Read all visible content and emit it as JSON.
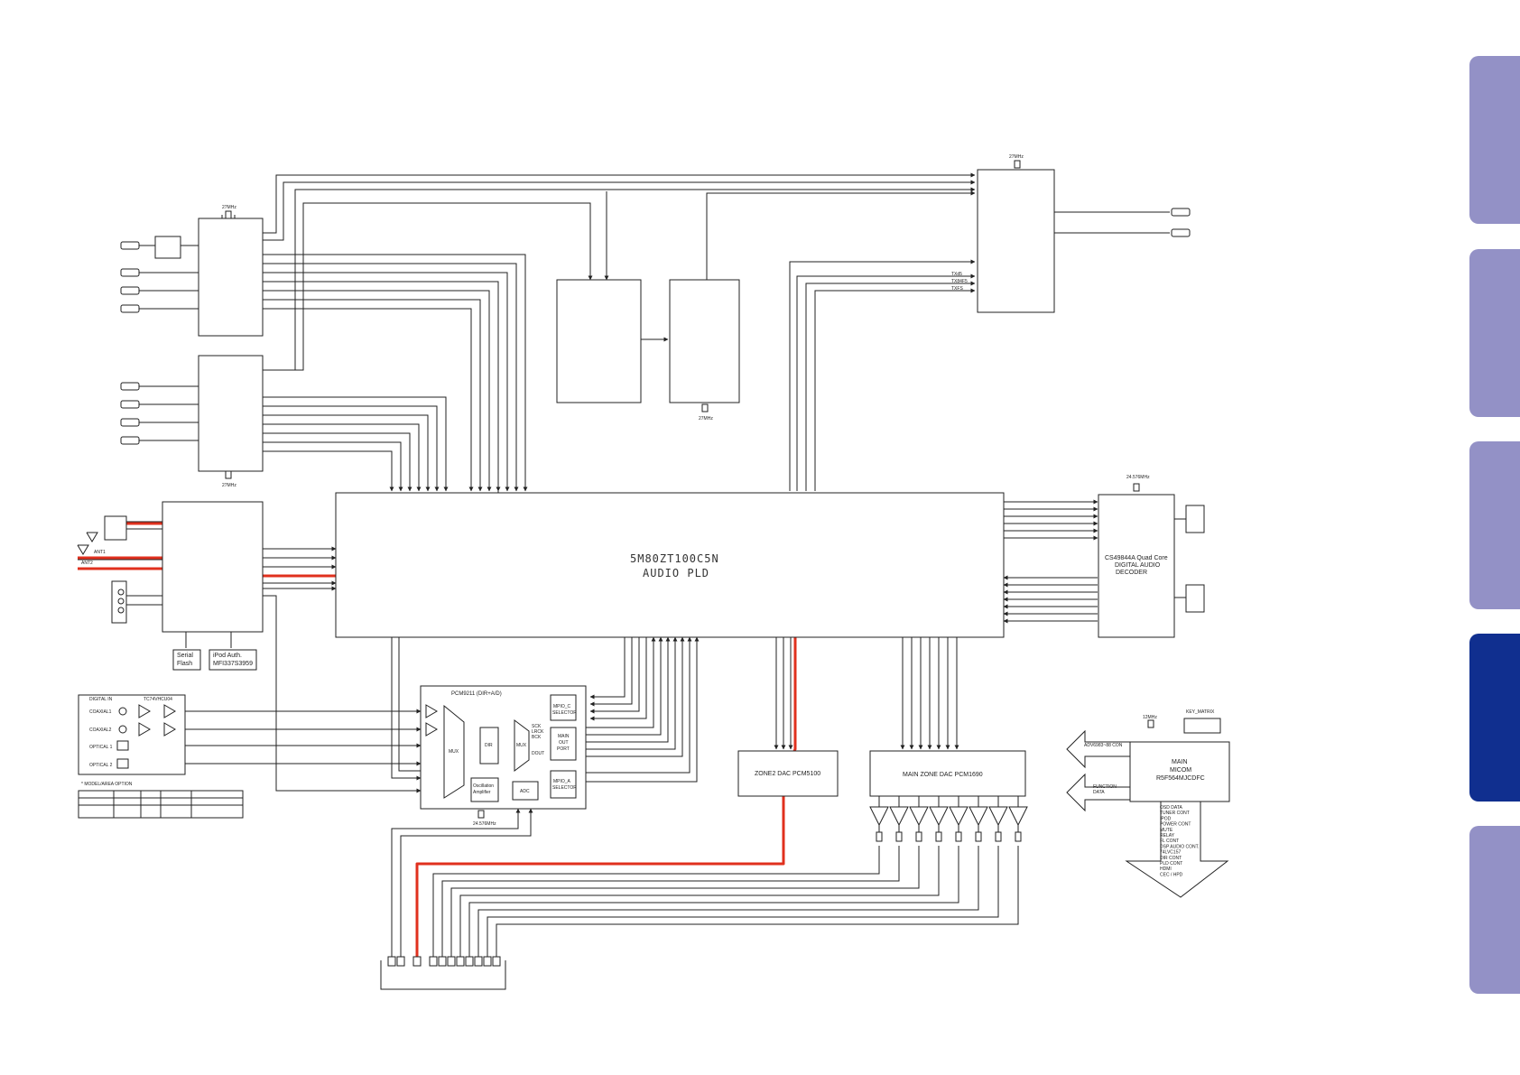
{
  "colors": {
    "tab_inactive": "#9391c6",
    "tab_active": "#102f8f",
    "signal_path": "#e0301e",
    "line": "#222222"
  },
  "side_tabs": [
    {
      "active": false
    },
    {
      "active": false
    },
    {
      "active": false
    },
    {
      "active": true
    },
    {
      "active": false
    }
  ],
  "crystals": {
    "hdmi_top": "27MHz",
    "hdmi_bottom": "27MHz",
    "video": "27MHz",
    "hdmi_out": "27MHz",
    "dsp": "24.576MHz",
    "adc": "24.576MHz",
    "micom": "12MHz"
  },
  "pld": {
    "line1": "5M80ZT100C5N",
    "line2": "AUDIO PLD"
  },
  "dsp": {
    "line1": "CS49844A Quad Core",
    "line2": "DIGITAL AUDIO",
    "line3": "DECODER"
  },
  "tx_labels": [
    "TXd5",
    "TX84F5",
    "TXFS"
  ],
  "antennas": {
    "ant1": "ANT1",
    "ant2": "ANT2"
  },
  "ipod_chips": {
    "flash": [
      "Serial",
      "Flash"
    ],
    "auth": [
      "iPod Auth.",
      "MFI337S3959"
    ]
  },
  "digital_in": {
    "title": "DIGITAL IN",
    "chip": "TC74VHCU04",
    "inputs": [
      "COAXIAL1",
      "COAXIAL2",
      "OPTICAL 1",
      "OPTICAL 2"
    ],
    "option_note": "* MODEL/AREA OPTION"
  },
  "pcm9211": {
    "title": "PCM9211 (DIR+A/D)",
    "mux1": "MUX",
    "dir": "DIR",
    "mux2": "MUX",
    "sck": [
      "SCK",
      "LRCK",
      "BCK"
    ],
    "dout": "DOUT",
    "mpio_c": [
      "MPIO_C",
      "SELECTOR"
    ],
    "main_out": [
      "MAIN",
      "OUT",
      "PORT"
    ],
    "mpio_a": [
      "MPIO_A",
      "SELECTOR"
    ],
    "osc": [
      "Oscillation",
      "Amplifier"
    ],
    "adc": "ADC"
  },
  "zone2_dac": "ZONE2 DAC PCM5100",
  "main_dac": "MAIN ZONE DAC PCM1690",
  "micom": {
    "main": [
      "MAIN",
      "MICOM",
      "R5F564MJCDFC"
    ],
    "key_matrix": "KEY_MATRIX",
    "arrow_left_top": "ADV6983~88 CON",
    "arrow_left_bottom": [
      "FUNCTION",
      "DATA"
    ],
    "down_list": [
      "OSD DATA",
      "TUNER CONT",
      "IPOD",
      "POWER CONT",
      "MUTE",
      "RELAY",
      "FL CONT",
      "DSP AUDIO CONT.",
      "74LVC157",
      "DIR CONT",
      "PLD CONT",
      "HDMI",
      "CEC / HPD"
    ]
  }
}
